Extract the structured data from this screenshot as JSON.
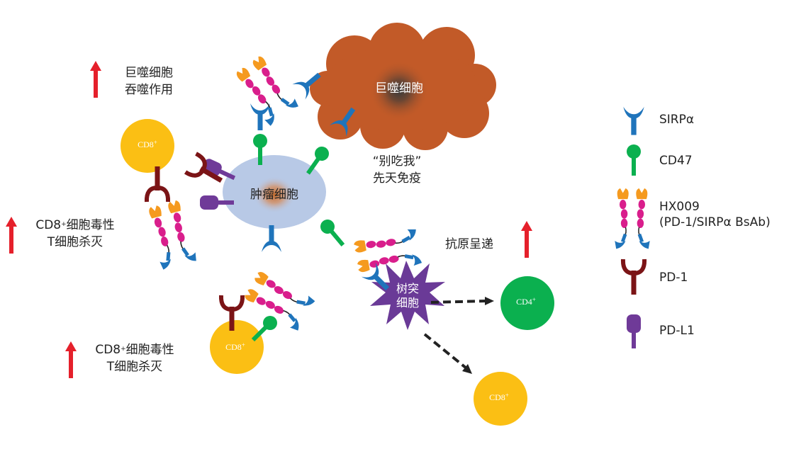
{
  "title": "HX009 (PD-1/SIRPα BsAb) mechanism of action",
  "cells": {
    "tumor": "肿瘤细胞",
    "macrophage": "巨噬细胞",
    "dendritic_line1": "树突",
    "dendritic_line2": "细胞",
    "cd8": "CD8",
    "cd4": "CD4",
    "plus": "+"
  },
  "effects": {
    "macrophage_phagocytosis": {
      "line1": "巨噬细胞",
      "line2": "吞噬作用",
      "direction": "up"
    },
    "cd8_killing_top": {
      "line1_prefix": "CD8",
      "line1_sup": "+",
      "line1_suffix": "细胞毒性",
      "line2": "T细胞杀灭",
      "direction": "up"
    },
    "cd8_killing_bottom": {
      "line1_prefix": "CD8",
      "line1_sup": "+",
      "line1_suffix": "细胞毒性",
      "line2": "T细胞杀灭",
      "direction": "up"
    },
    "dont_eat_me": {
      "line1": "“别吃我”",
      "line2": "先天免疫"
    },
    "antigen_presentation": {
      "label": "抗原呈递",
      "direction": "up"
    }
  },
  "legend": [
    {
      "icon": "sirpa-icon",
      "label": "SIRPα"
    },
    {
      "icon": "cd47-icon",
      "label": "CD47"
    },
    {
      "icon": "hx009-antibody-icon",
      "label": "HX009",
      "sublabel": "(PD-1/SIRPα  BsAb)"
    },
    {
      "icon": "pd1-icon",
      "label": "PD-1"
    },
    {
      "icon": "pdl1-icon",
      "label": "PD-L1"
    }
  ],
  "colors": {
    "sirpa": "#1f74bb",
    "cd47": "#0bb04f",
    "pd1": "#7b1416",
    "pdl1": "#6f3a98",
    "antibody_heavy": "#d91e8c",
    "antibody_tip": "#f59a1f",
    "cd8_cell": "#fbbf14",
    "cd4_cell": "#0bb04f",
    "macrophage": "#c25a28",
    "tumor": "#b8c9e6",
    "dendritic": "#6a3a97",
    "arrow_up": "#e5202b"
  }
}
